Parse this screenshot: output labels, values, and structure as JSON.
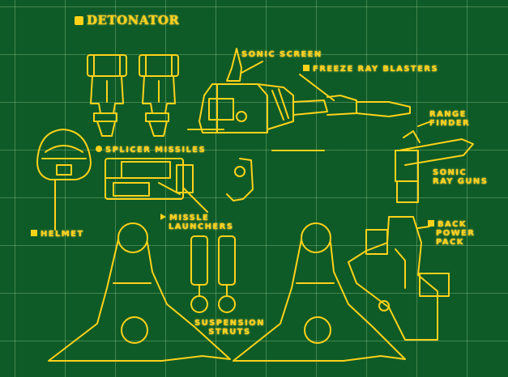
{
  "colors": {
    "background": "#0e5b27",
    "grid": "#a8cf96",
    "line_art": "#ffd21a"
  },
  "title": "DETONATOR",
  "labels": {
    "sonic_screen": "SONIC SCREEN",
    "freeze_ray_blasters": "FREEZE RAY BLASTERS",
    "range_finder_1": "RANGE",
    "range_finder_2": "FINDER",
    "splicer_missiles": "SPLICER MISSILES",
    "sonic_ray_guns_1": "SONIC",
    "sonic_ray_guns_2": "RAY GUNS",
    "helmet": "HELMET",
    "missle_launchers_1": "MISSLE",
    "missle_launchers_2": "LAUNCHERS",
    "back_power_pack_1": "BACK",
    "back_power_pack_2": "POWER",
    "back_power_pack_3": "PACK",
    "suspension_struts_1": "SUSPENSION",
    "suspension_struts_2": "STRUTS"
  }
}
